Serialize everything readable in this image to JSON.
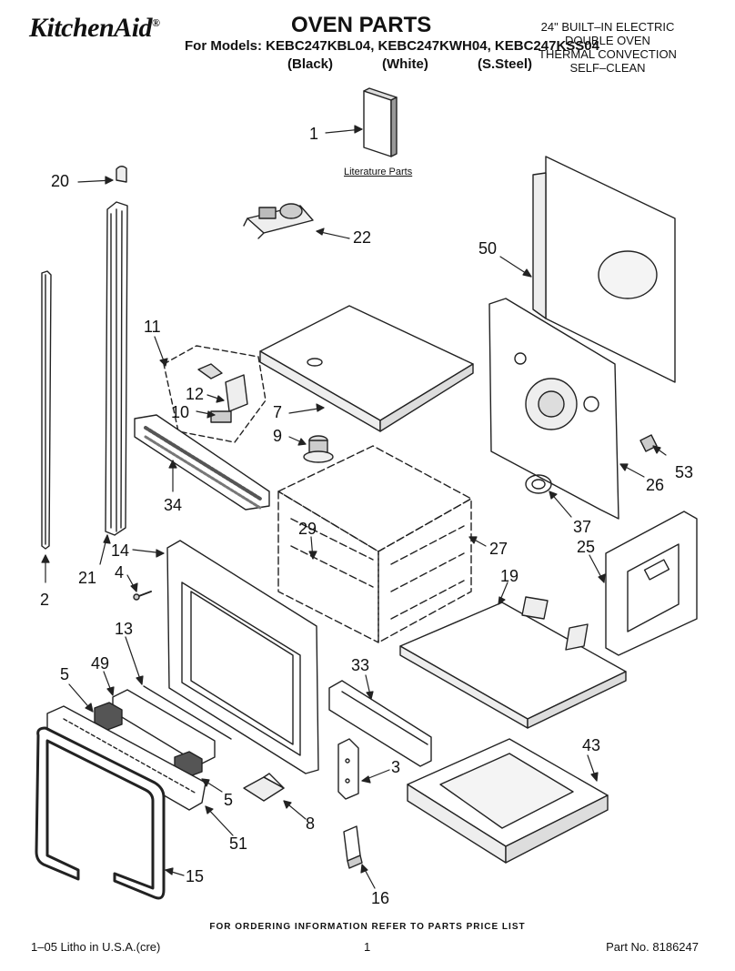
{
  "header": {
    "brand": "KitchenAid",
    "brand_mark": "®",
    "title": "OVEN PARTS",
    "models_line": "For Models: KEBC247KBL04, KEBC247KWH04, KEBC247KSS04",
    "finishes": [
      "(Black)",
      "(White)",
      "(S.Steel)"
    ],
    "oven_type": [
      "24\" BUILT–IN ELECTRIC",
      "DOUBLE OVEN",
      "THERMAL CONVECTION",
      "SELF–CLEAN"
    ]
  },
  "literature_label": "Literature Parts",
  "callouts": {
    "c1": "1",
    "c2": "2",
    "c3": "3",
    "c4": "4",
    "c5a": "5",
    "c5b": "5",
    "c7": "7",
    "c8": "8",
    "c9": "9",
    "c10": "10",
    "c11": "11",
    "c12": "12",
    "c13": "13",
    "c14": "14",
    "c15": "15",
    "c16": "16",
    "c19": "19",
    "c20": "20",
    "c21": "21",
    "c22": "22",
    "c25": "25",
    "c26": "26",
    "c27": "27",
    "c29": "29",
    "c33": "33",
    "c34": "34",
    "c37": "37",
    "c43": "43",
    "c49": "49",
    "c50": "50",
    "c51": "51",
    "c53": "53"
  },
  "footer": {
    "note": "FOR ORDERING INFORMATION REFER TO PARTS PRICE LIST",
    "litho": "1–05 Litho in U.S.A.(cre)",
    "page": "1",
    "part_no": "Part No. 8186247"
  }
}
